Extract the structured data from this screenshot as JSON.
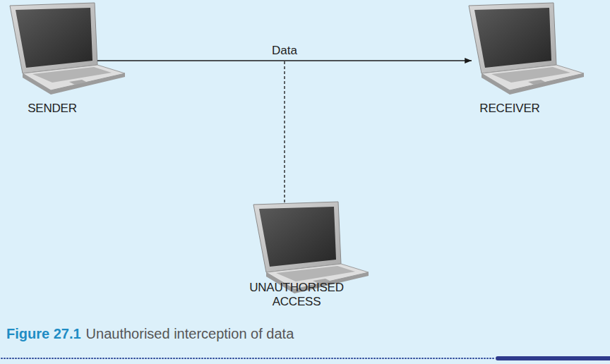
{
  "diagram": {
    "caption": "Unauthorised interception of data",
    "nodes": [
      {
        "text": [
          "SENDER"
        ]
      },
      {
        "text": [
          "RECEIVER"
        ]
      },
      {
        "text": [
          "UNAUTHORISED ACCESS"
        ]
      }
    ],
    "edges": [
      {
        "from": 0,
        "to": 1,
        "arrow": "to",
        "label": "Data"
      }
    ],
    "labels": [
      "Figure 27.1"
    ]
  }
}
